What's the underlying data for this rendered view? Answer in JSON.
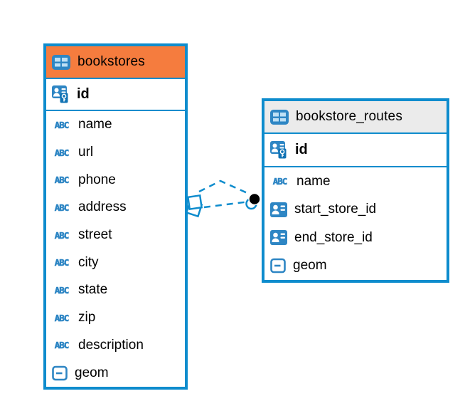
{
  "colors": {
    "accent_blue": "#0E8CCD",
    "icon_blue": "#2E86C4",
    "bookstores_header_bg": "#F57C3E",
    "routes_header_bg": "#EBEBEB",
    "relationship_line": "#0E8CCD",
    "relationship_dot": "#000000",
    "text": "#000000"
  },
  "icons": {
    "text_type_label": "ABC",
    "table_icon": "table-icon",
    "primary_key_icon": "person-key-icon",
    "foreign_key_icon": "person-card-icon",
    "geometry_icon": "geometry-type-icon"
  },
  "entities": [
    {
      "name": "bookstores",
      "primary_key": {
        "name": "id",
        "type": "primary-key"
      },
      "columns": [
        {
          "name": "name",
          "type": "text"
        },
        {
          "name": "url",
          "type": "text"
        },
        {
          "name": "phone",
          "type": "text"
        },
        {
          "name": "address",
          "type": "text"
        },
        {
          "name": "street",
          "type": "text"
        },
        {
          "name": "city",
          "type": "text"
        },
        {
          "name": "state",
          "type": "text"
        },
        {
          "name": "zip",
          "type": "text"
        },
        {
          "name": "description",
          "type": "text"
        },
        {
          "name": "geom",
          "type": "geometry"
        }
      ]
    },
    {
      "name": "bookstore_routes",
      "primary_key": {
        "name": "id",
        "type": "primary-key"
      },
      "columns": [
        {
          "name": "name",
          "type": "text"
        },
        {
          "name": "start_store_id",
          "type": "reference"
        },
        {
          "name": "end_store_id",
          "type": "reference"
        },
        {
          "name": "geom",
          "type": "geometry"
        }
      ]
    }
  ],
  "relationships": [
    {
      "from_entity": "bookstores",
      "to_entity": "bookstore_routes",
      "line_style": "dashed"
    },
    {
      "from_entity": "bookstores",
      "to_entity": "bookstore_routes",
      "line_style": "dashed"
    }
  ]
}
